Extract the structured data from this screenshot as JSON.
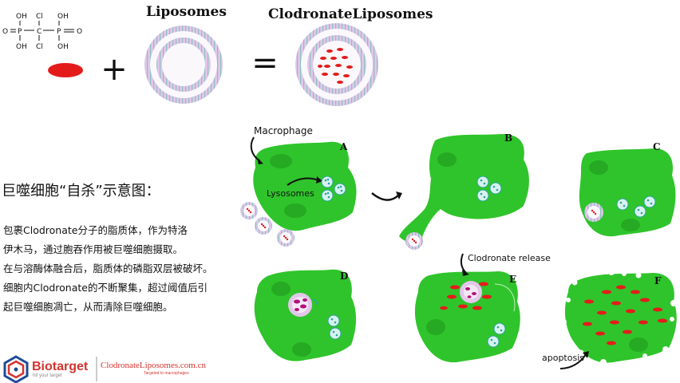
{
  "top": {
    "molecule_atoms": {
      "oh_tl": "OH",
      "cl_t": "Cl",
      "oh_tr": "OH",
      "o_left": "O",
      "p_left": "P",
      "c": "C",
      "p_right": "P",
      "o_right": "O",
      "oh_bl": "OH",
      "cl_b": "Cl",
      "oh_br": "OH"
    },
    "plus": "+",
    "equals": "=",
    "liposomes_title": "Liposomes",
    "clodronate_liposomes_title": "ClodronateLiposomes"
  },
  "left_text": {
    "title": "巨噬细胞“自杀”示意图：",
    "lines": [
      "包裹Clodronate分子的脂质体，作为特洛",
      "伊木马，通过胞吞作用被巨噬细胞摄取。",
      "在与溶酶体融合后，脂质体的磷脂双层被破坏。",
      "细胞内Clodronate的不断聚集，超过阈值后引",
      "起巨噬细胞凋亡，从而清除巨噬细胞。"
    ]
  },
  "diagram": {
    "macrophage_label": "Macrophage",
    "lysosomes_label": "Lysosomes",
    "clodronate_release_label": "Clodronate release",
    "apoptosis_label": "apoptosis",
    "panel_labels": [
      "A",
      "B",
      "C",
      "D",
      "E",
      "F"
    ]
  },
  "brand": {
    "name": "Biotarget",
    "tagline": "hit your target",
    "site": "ClodronateLiposomes.com.cn",
    "site_tagline": "Targeted to macrophages"
  },
  "colors": {
    "cell_green": "#2fc42b",
    "cell_dark": "#1f9a22",
    "drug_red": "#e41b1b",
    "lipid_pink": "#e3c6ea",
    "lipid_teal": "#8cc1bf",
    "lysosome_teal": "#2aa59a",
    "release_purple": "#b0147a",
    "brand_red": "#d6332f",
    "brand_blue": "#1c4c97"
  }
}
